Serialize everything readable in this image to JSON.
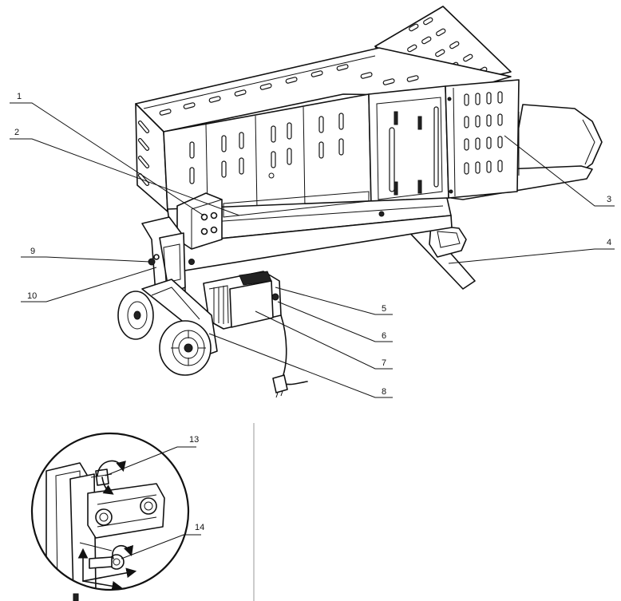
{
  "callouts": {
    "c1": "1",
    "c2": "2",
    "c3": "3",
    "c4": "4",
    "c5": "5",
    "c6": "6",
    "c7": "7",
    "c8": "8",
    "c9": "9",
    "c10": "10",
    "c13": "13",
    "c14": "14"
  },
  "icons": {
    "rotation_arrow": "curved-arrow-icon",
    "direction_arrow": "straight-arrow-icon"
  },
  "colors": {
    "line": "#111111",
    "background": "#ffffff"
  }
}
